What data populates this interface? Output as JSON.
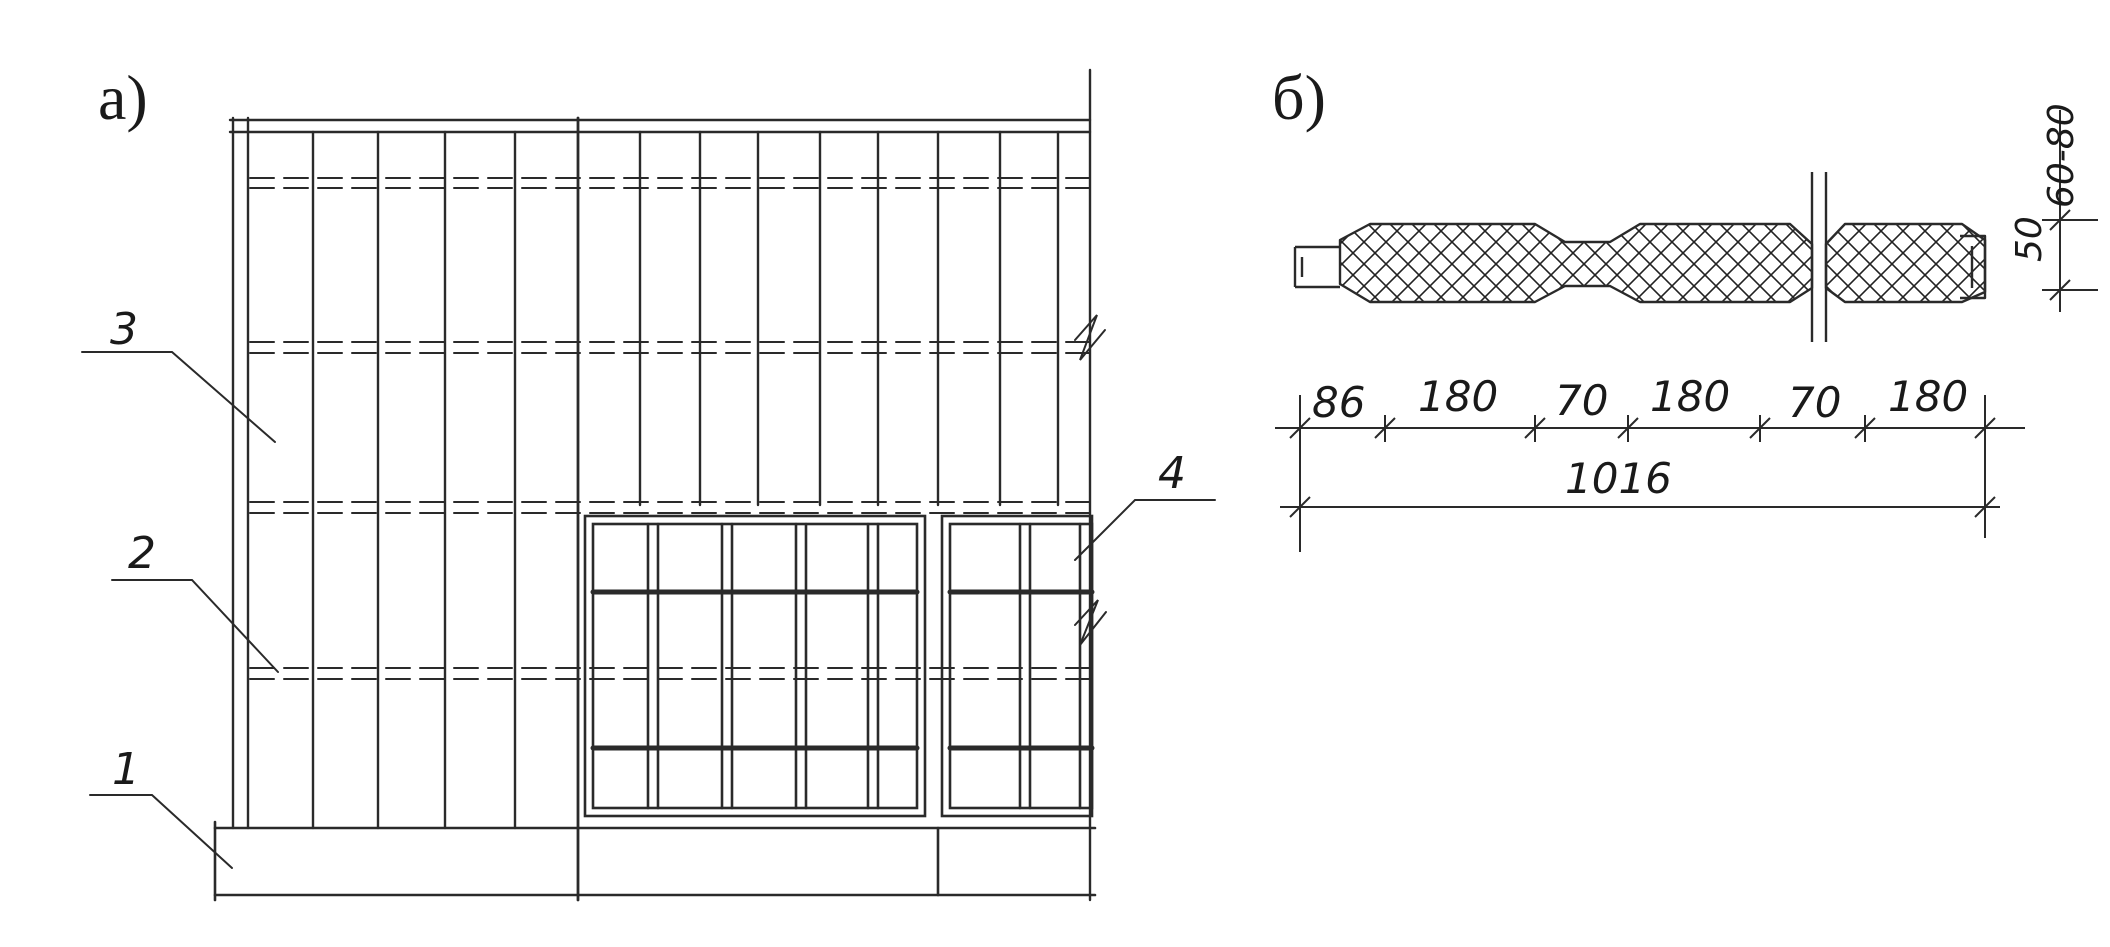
{
  "panel_a": {
    "label": "а)",
    "callouts": [
      "1",
      "2",
      "3",
      "4"
    ]
  },
  "panel_b": {
    "label": "б)",
    "segment_dims": [
      "86",
      "180",
      "70",
      "180",
      "70",
      "180"
    ],
    "total_width": "1016",
    "thickness_labels": [
      "50",
      "60-80"
    ]
  }
}
